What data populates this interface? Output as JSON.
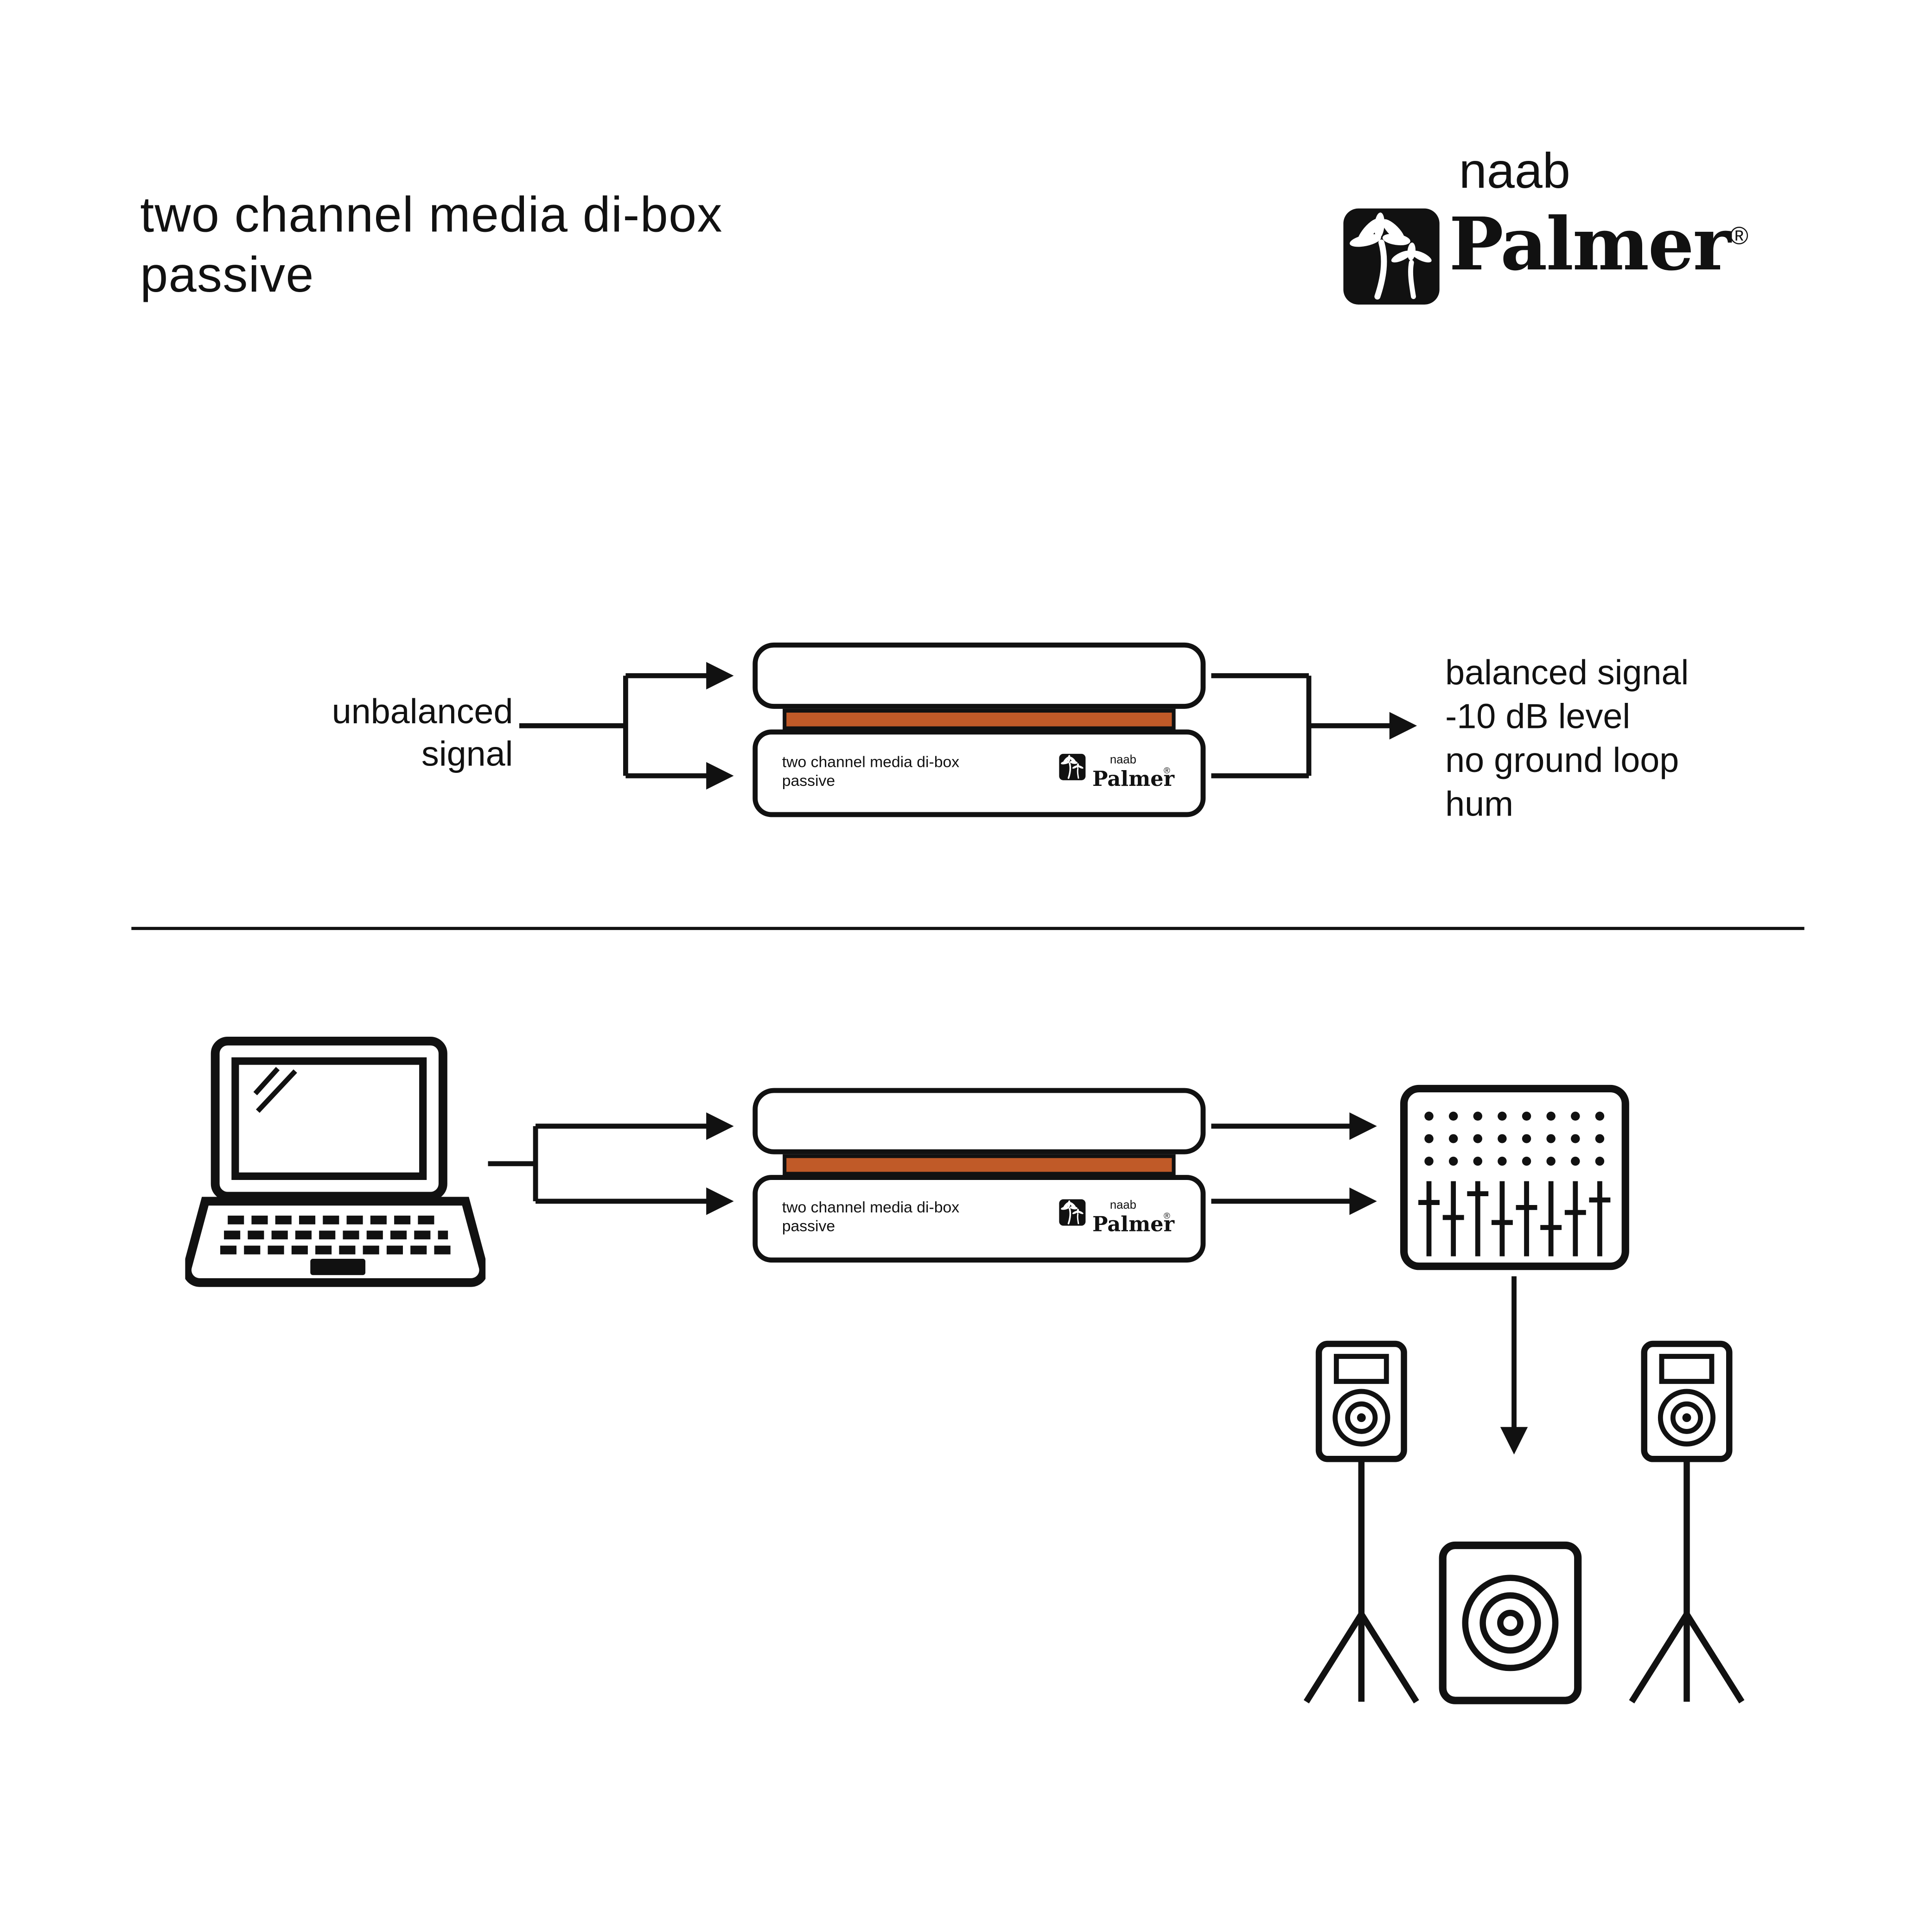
{
  "header": {
    "title_line1": "two channel media di-box",
    "title_line2": "passive"
  },
  "brand": {
    "naab": "naab",
    "wordmark": "Palmer",
    "registered": "®"
  },
  "device": {
    "label_line1": "two channel media di-box",
    "label_line2": "passive",
    "brand_naab": "naab",
    "brand_wordmark": "Palmer",
    "registered": "®",
    "stripe_color": "#C05A28"
  },
  "top_diagram": {
    "input_label_line1": "unbalanced",
    "input_label_line2": "signal",
    "output_lines": [
      "balanced signal",
      "-10 dB level",
      "no ground loop",
      "hum"
    ]
  },
  "colors": {
    "ink": "#111111",
    "accent": "#C05A28",
    "background": "#FFFFFF"
  },
  "icons": {
    "brand": "palm-tree-icon",
    "source": "laptop-icon",
    "processor": "di-box-icon",
    "mixer": "mixer-icon",
    "speakers": "speaker-icon",
    "subwoofer": "subwoofer-icon",
    "connector": "arrow-icon"
  }
}
